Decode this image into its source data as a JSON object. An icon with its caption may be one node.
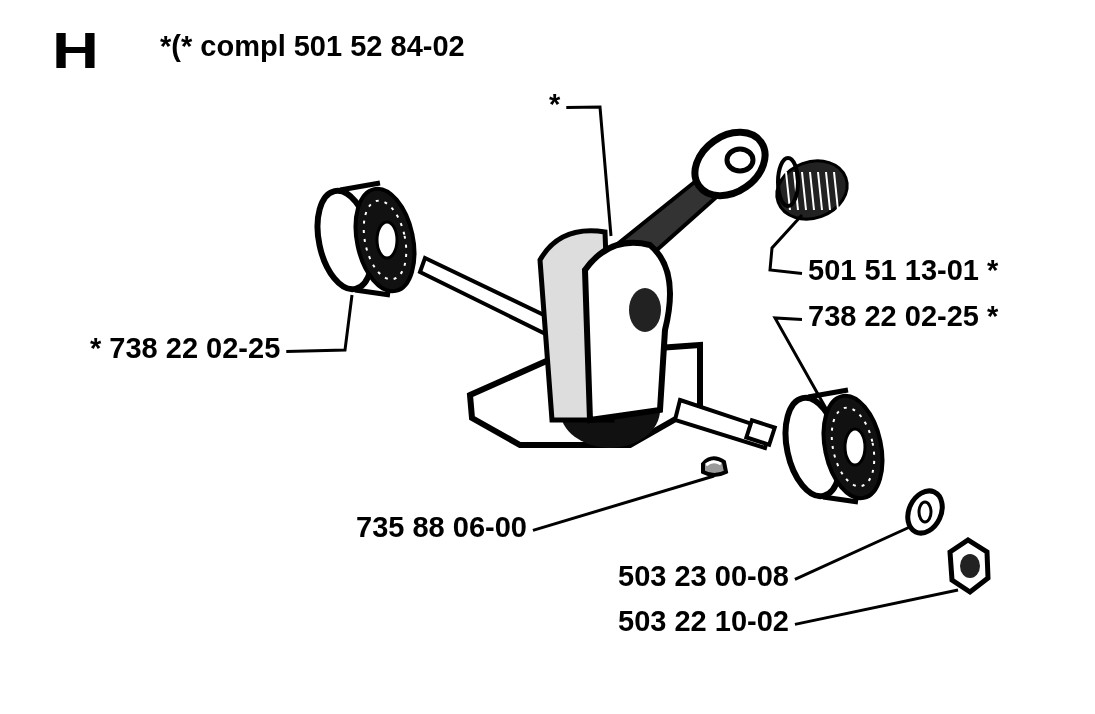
{
  "diagram": {
    "nodes": [
      {
        "text": [
          "*"
        ]
      },
      {
        "text": [
          "501 51 13-01 *"
        ]
      },
      {
        "text": [
          "738 22 02-25 *"
        ]
      },
      {
        "text": [
          "* 738 22 02-25"
        ]
      },
      {
        "text": [
          "735 88 06-00"
        ]
      },
      {
        "text": [
          "503 23 00-08"
        ]
      },
      {
        "text": [
          "503 22 10-02"
        ]
      },
      {
        "text": [],
        "shape": "picture"
      },
      {
        "text": [],
        "shape": "picture"
      },
      {
        "text": [],
        "shape": "picture"
      },
      {
        "text": [],
        "shape": "picture"
      },
      {
        "text": [],
        "shape": "picture"
      },
      {
        "text": [],
        "shape": "picture"
      },
      {
        "text": [],
        "shape": "picture"
      }
    ],
    "edges": [
      {
        "from": 0,
        "to": 7,
        "arrow": "none"
      },
      {
        "from": 1,
        "to": 8,
        "arrow": "none"
      },
      {
        "from": 2,
        "to": 9,
        "arrow": "none"
      },
      {
        "from": 3,
        "to": 10,
        "arrow": "none"
      },
      {
        "from": 4,
        "to": 11,
        "arrow": "none"
      },
      {
        "from": 5,
        "to": 12,
        "arrow": "none"
      },
      {
        "from": 6,
        "to": 13,
        "arrow": "none"
      }
    ],
    "labels": [
      "H",
      "*(* compl 501 52 84-02"
    ]
  }
}
